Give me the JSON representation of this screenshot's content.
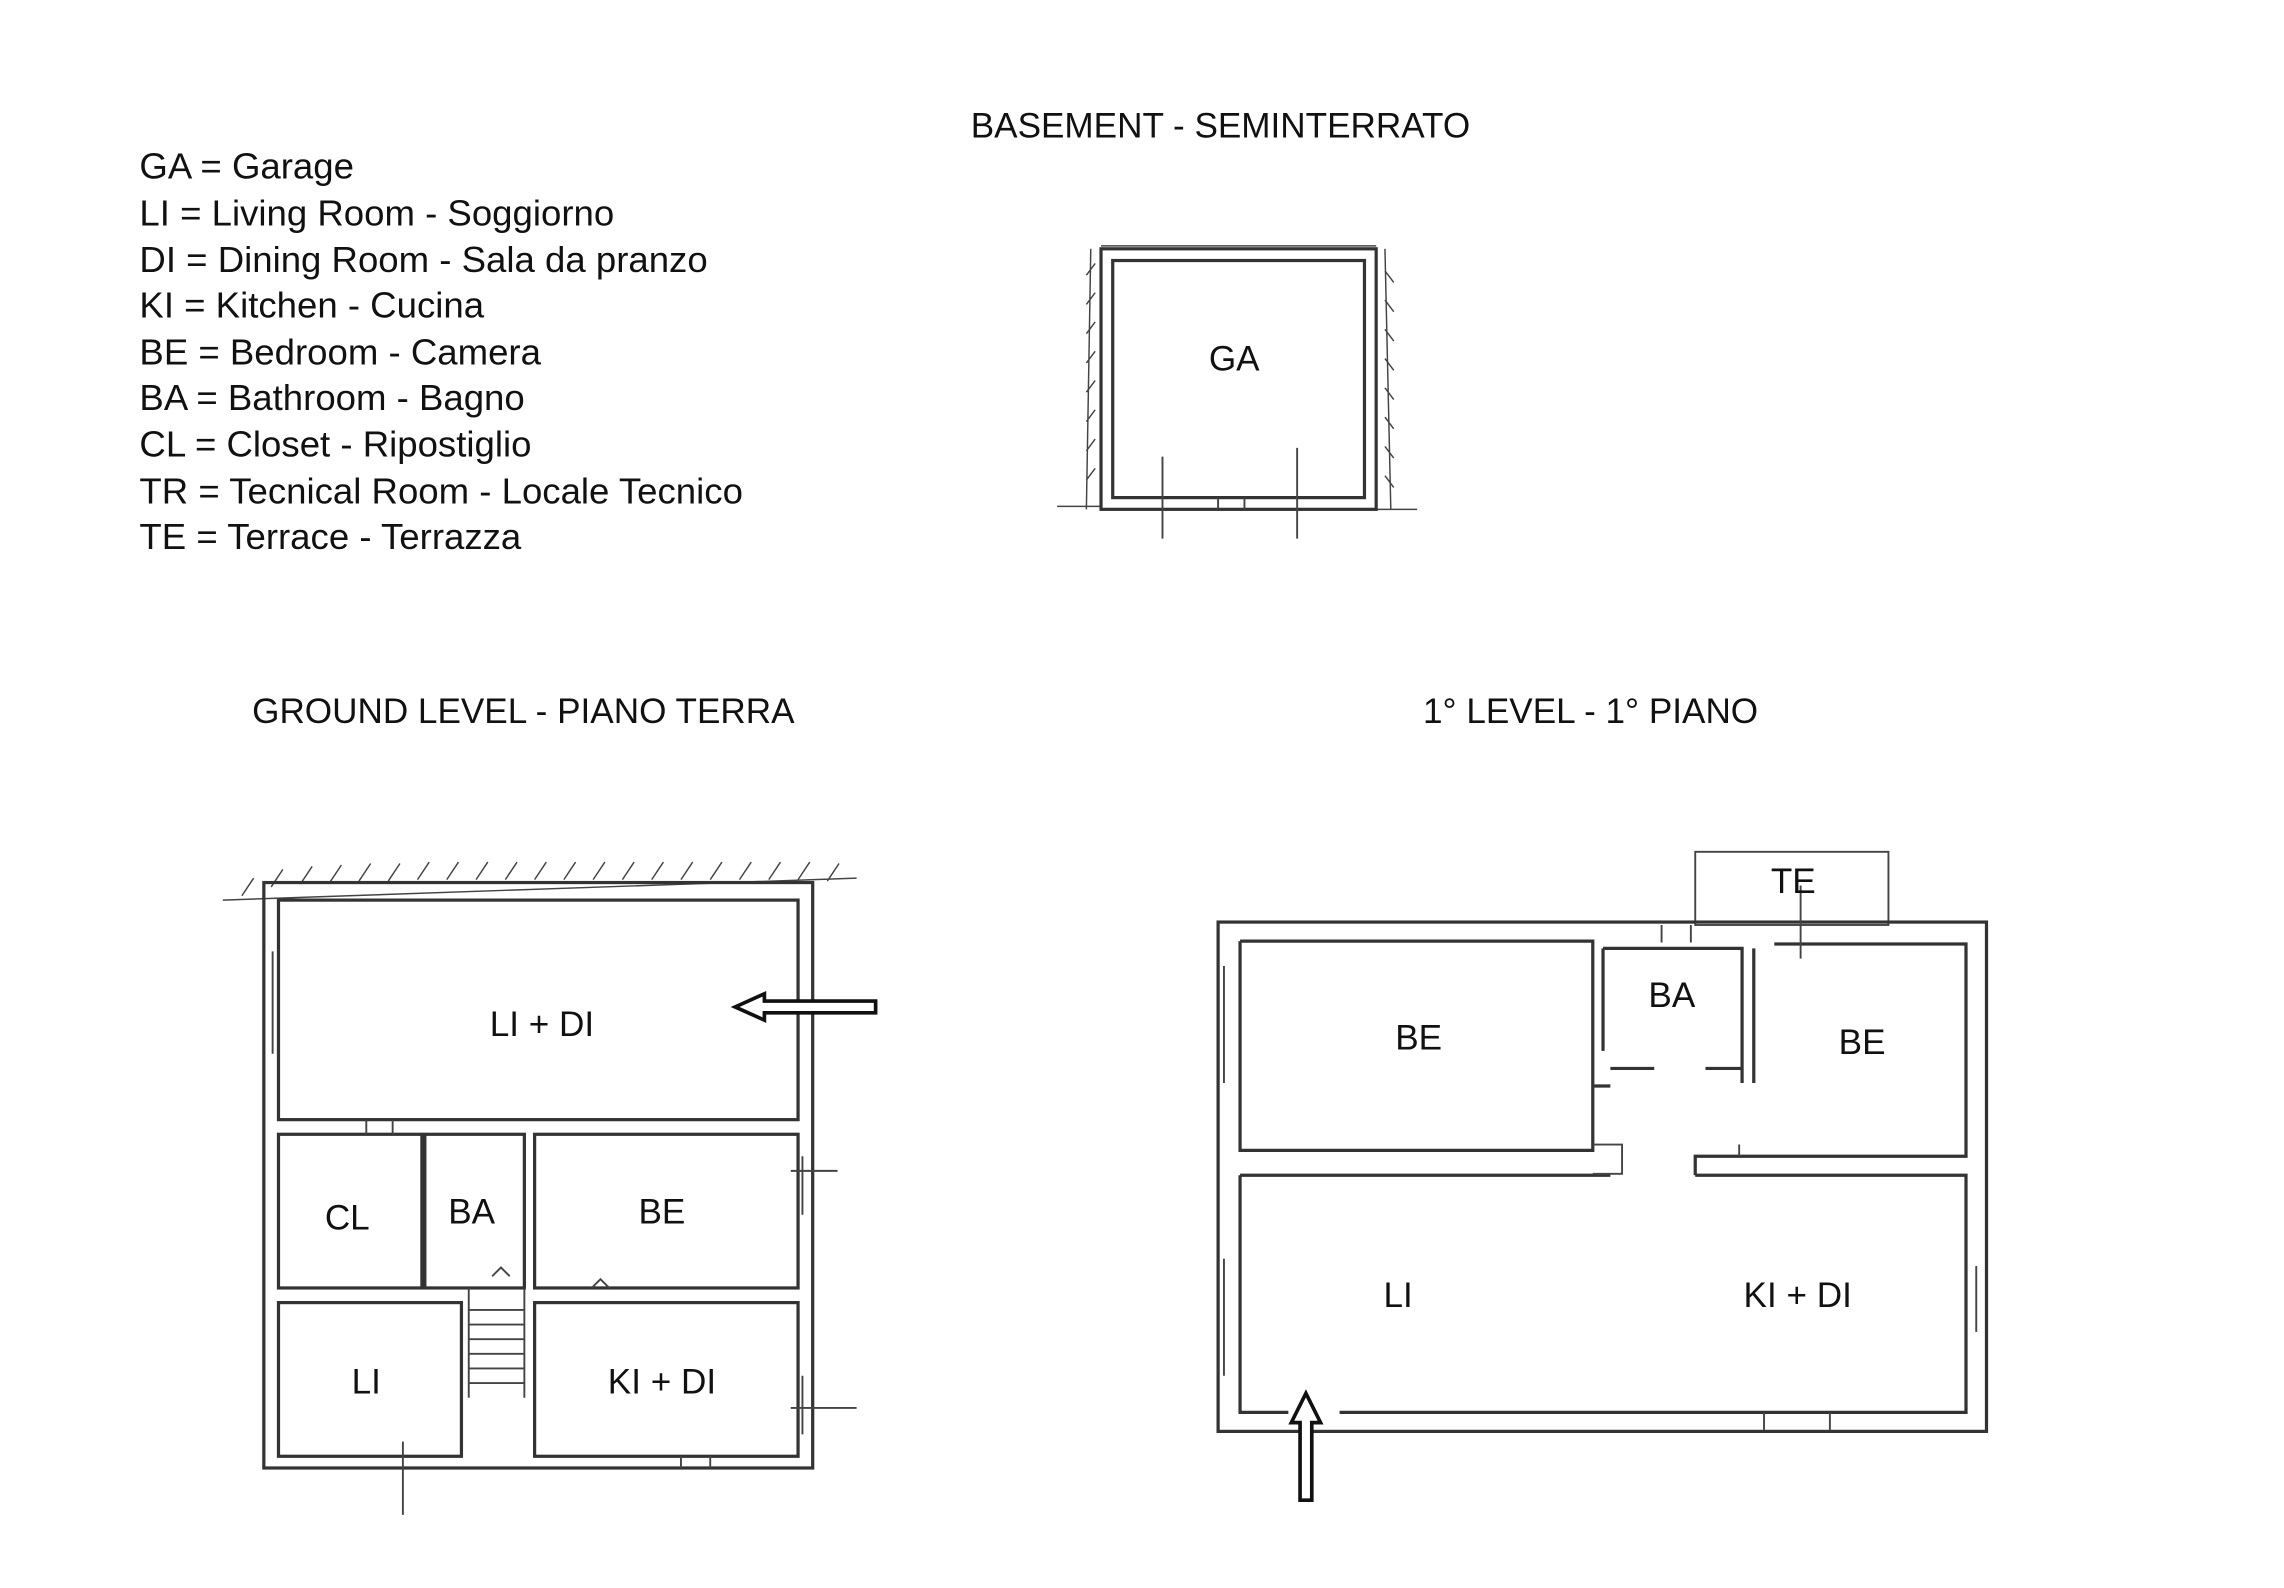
{
  "legend": [
    "GA = Garage",
    "LI = Living Room - Soggiorno",
    "DI = Dining Room - Sala da pranzo",
    "KI = Kitchen - Cucina",
    "BE = Bedroom - Camera",
    "BA = Bathroom - Bagno",
    "CL = Closet - Ripostiglio",
    "TR = Tecnical Room - Locale Tecnico",
    "TE = Terrace - Terrazza"
  ],
  "basement": {
    "title": "BASEMENT - SEMINTERRATO",
    "rooms": {
      "ga": "GA"
    }
  },
  "ground": {
    "title": "GROUND LEVEL - PIANO TERRA",
    "rooms": {
      "li_di": "LI + DI",
      "cl": "CL",
      "ba": "BA",
      "be": "BE",
      "li": "LI",
      "ki_di": "KI + DI"
    }
  },
  "first": {
    "title": "1° LEVEL - 1° PIANO",
    "rooms": {
      "te": "TE",
      "be1": "BE",
      "ba": "BA",
      "be2": "BE",
      "li": "LI",
      "ki_di": "KI + DI"
    }
  }
}
